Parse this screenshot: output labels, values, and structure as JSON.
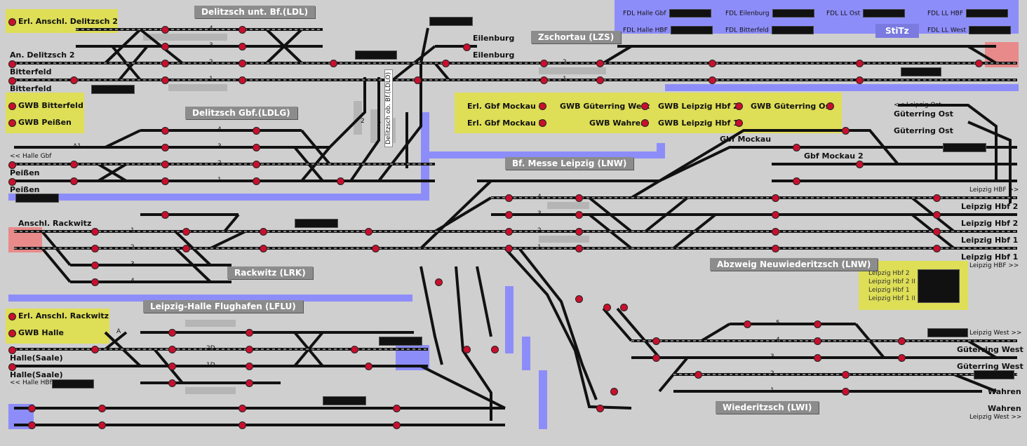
{
  "stations": {
    "ldl": "Delitzsch unt. Bf.(LDL)",
    "ldlg": "Delitzsch Gbf.(LDLG)",
    "lzs": "Zschortau (LZS)",
    "lnw_messe": "Bf. Messe Leipzig (LNW)",
    "lrk": "Rackwitz (LRK)",
    "lflu": "Leipzig-Halle Flughafen (LFLU)",
    "lnw_abzw": "Abzweig Neuwiederitzsch (LNW)",
    "lwi": "Wiederitzsch (LWI)",
    "ldlo": "Delitzsch ob. Bf.(LDLO)"
  },
  "left_labels": {
    "erl_delitzsch": "Erl. Anschl. Delitzsch 2",
    "an_delitzsch": "An. Delitzsch 2",
    "bitterfeld1": "Bitterfeld",
    "bitterfeld2": "Bitterfeld",
    "gwb_bitterfeld": "GWB Bitterfeld",
    "gwb_peissen": "GWB Peißen",
    "halle_gbf": "<< Halle Gbf",
    "peissen1": "Peißen",
    "peissen2": "Peißen",
    "anschl_rackwitz": "Anschl. Rackwitz",
    "erl_rackwitz": "Erl. Anschl. Rackwitz",
    "gwb_halle": "GWB Halle",
    "halle_saale1": "Halle(Saale)",
    "halle_saale2": "Halle(Saale)",
    "halle_hbf": "<< Halle HBf"
  },
  "top_labels": {
    "eilenburg1": "Eilenburg",
    "eilenburg2": "Eilenburg",
    "stitz": "StiTz"
  },
  "fdl": [
    {
      "label": "FDL Halle Gbf"
    },
    {
      "label": "FDL Eilenburg"
    },
    {
      "label": "FDL LL Ost"
    },
    {
      "label": "FDL LL HBF"
    },
    {
      "label": "FDL Halle HBF"
    },
    {
      "label": "FDL Bitterfeld"
    },
    {
      "label": "FDL LL West"
    }
  ],
  "mockau_panel": {
    "erl_gbf1": "Erl. Gbf Mockau 1",
    "erl_gbf2": "Erl. Gbf Mockau 2",
    "gwb_gueterring_west": "GWB Güterring West",
    "gwb_wahren": "GWB Wahren",
    "gwb_lhbf2": "GWB Leipzig Hbf 2",
    "gwb_lhbf1": "GWB Leipzig Hbf 1",
    "gwb_gueterring_ost": "GWB Güterring Ost"
  },
  "right_labels": {
    "leipzig_ost": "<< Leipzig Ost",
    "gueterring_ost1": "Güterring Ost",
    "gueterring_ost2": "Güterring Ost",
    "gbf_mockau": "Gbf Mockau",
    "gbf_mockau2": "Gbf Mockau 2",
    "leipzig_hbf_arrow": "Leipzig HBF >>",
    "leipzig_hbf2a": "Leipzig Hbf 2",
    "leipzig_hbf2b": "Leipzig Hbf 2",
    "leipzig_hbf1a": "Leipzig Hbf 1",
    "leipzig_hbf1b": "Leipzig Hbf 1",
    "leipzig_hbf_arrow2": "Leipzig HBF >>",
    "leipzig_west": "Leipzig West >>",
    "gueterring_west1": "Güterring West",
    "gueterring_west2": "Güterring West",
    "wahren1": "Wahren",
    "wahren2": "Wahren",
    "leipzig_west2": "Leipzig West >>"
  },
  "lhbf_box": [
    "Leipzig Hbf 2",
    "Leipzig Hbf 2 II",
    "Leipzig Hbf 1",
    "Leipzig Hbf 1 II"
  ],
  "track_numbers": {
    "t4": "4",
    "t3": "3",
    "t2": "2",
    "t1": "1",
    "a1": "A1",
    "a": "A",
    "d2": "2D",
    "d1": "1D",
    "t5": "5"
  },
  "colors": {
    "background": "#cfcfcf",
    "panel_yellow": "#dede57",
    "panel_blue": "#8d8dfa",
    "station_grey": "#8c8c8c",
    "signal_red": "#c8102e",
    "track_black": "#111111",
    "alert_red": "#e88a8a"
  }
}
